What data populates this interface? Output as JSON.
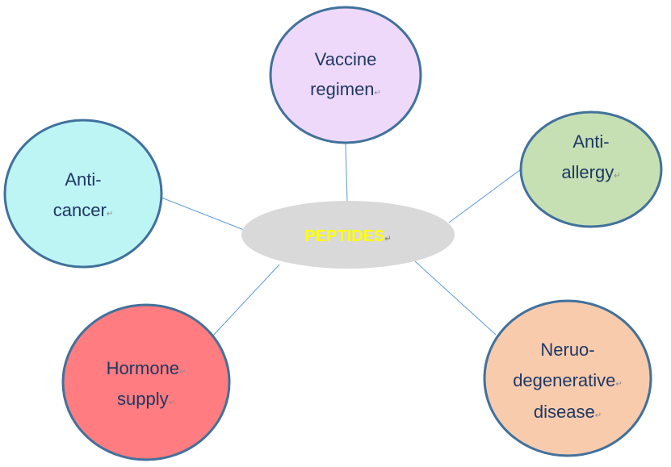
{
  "center": {
    "label": "PEPTIDES",
    "fill": "#d9d9d9",
    "text_color": "#ffff00"
  },
  "nodes": [
    {
      "id": "vaccine",
      "lines": [
        "Vaccine",
        "regimen"
      ],
      "fill": "#efd9fb"
    },
    {
      "id": "anti-allergy",
      "lines": [
        "Anti-",
        "allergy"
      ],
      "fill": "#c6e0b4"
    },
    {
      "id": "anti-cancer",
      "lines": [
        "Anti-",
        "cancer"
      ],
      "fill": "#bdf5f5"
    },
    {
      "id": "hormone",
      "lines": [
        "Hormone",
        "supply"
      ],
      "fill": "#ff7c80"
    },
    {
      "id": "neuro",
      "lines": [
        "Neruo-",
        "degenerative",
        "disease"
      ],
      "fill": "#f8cbad"
    }
  ],
  "colors": {
    "node_stroke": "#41719c",
    "connector": "#5b9bd5",
    "node_text": "#1f3864",
    "pilcrow": "#8a8a8a"
  },
  "icons": {
    "paragraph_mark": "return-arrow-icon"
  }
}
